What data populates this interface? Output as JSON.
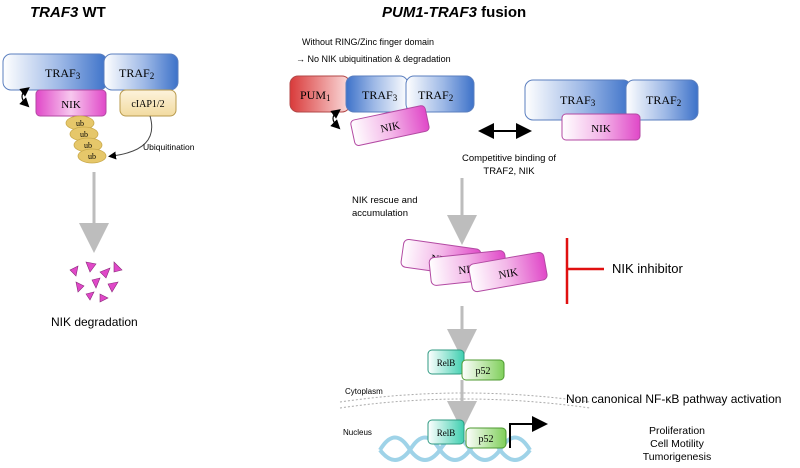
{
  "left": {
    "title_gene": "TRAF3",
    "title_suffix": " WT",
    "traf3": "TRAF",
    "traf3_sub": "3",
    "traf2": "TRAF",
    "traf2_sub": "2",
    "nik": "NIK",
    "ciap": "cIAP1/2",
    "ub": [
      "ub",
      "ub",
      "ub",
      "ub"
    ],
    "ubiquitination": "Ubiquitination",
    "nik_degradation": "NIK degradation"
  },
  "right": {
    "title": "PUM1-TRAF3",
    "title_suffix": " fusion",
    "note_line1": "Without RING/Zinc finger domain",
    "note_line2": "→ No NIK ubiquitination & degradation",
    "pum1": "PUM",
    "pum1_sub": "1",
    "traf3": "TRAF",
    "traf3_sub": "3",
    "traf2": "TRAF",
    "traf2_sub": "2",
    "nik": "NIK",
    "competitive_line1": "Competitive binding of",
    "competitive_line2": "TRAF2, NIK",
    "rescue_line1": "NIK rescue and",
    "rescue_line2": "accumulation",
    "nik_stack": [
      "NIK",
      "NIK",
      "NIK"
    ],
    "nik_inhibitor": "NIK inhibitor",
    "relb": "RelB",
    "p52": "p52",
    "cytoplasm": "Cytoplasm",
    "nucleus": "Nucleus",
    "nfkb_activation": "Non canonical NF-κB pathway activation",
    "outcomes": [
      "Proliferation",
      "Cell Motility",
      "Tumorigenesis"
    ]
  },
  "colors": {
    "traf_blue": "#3d72c9",
    "nik_pink": "#e048c8",
    "pum_red": "#d93a3a",
    "ub_yellow": "#e6c76a",
    "relb_teal": "#3fcfb0",
    "p52_green": "#7fcf5a",
    "inhibitor_red": "#e01010",
    "arrow_grey": "#bdbdbd",
    "dna_blue": "#9fd3e8"
  }
}
